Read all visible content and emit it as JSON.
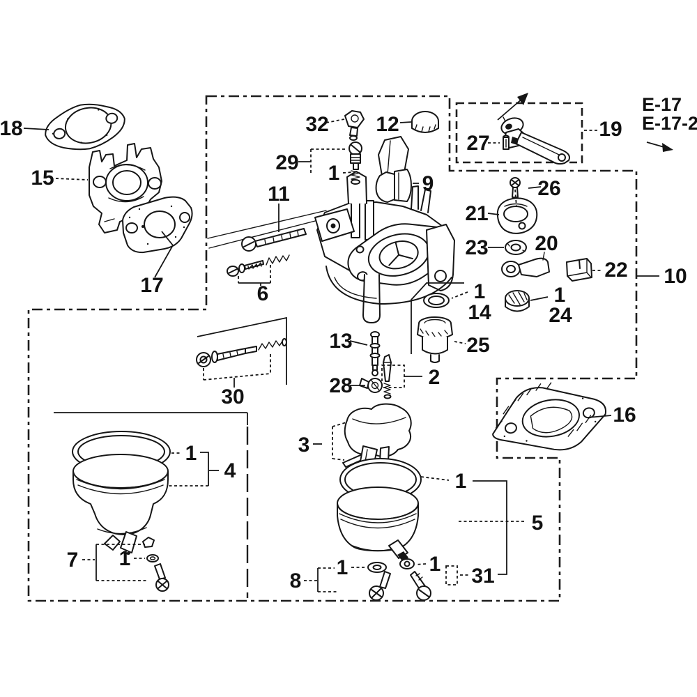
{
  "diagram": {
    "kind": "exploded-parts-diagram",
    "subject": "carburetor assembly",
    "refs": {
      "e17": "E-17",
      "e17_2": "E-17-2"
    },
    "callouts": {
      "n1": "1",
      "n2": "2",
      "n3": "3",
      "n4": "4",
      "n5": "5",
      "n6": "6",
      "n7": "7",
      "n8": "8",
      "n9": "9",
      "n10": "10",
      "n11": "11",
      "n12": "12",
      "n13": "13",
      "n14": "14",
      "n15": "15",
      "n16": "16",
      "n17": "17",
      "n18": "18",
      "n19": "19",
      "n20": "20",
      "n21": "21",
      "n22": "22",
      "n23": "23",
      "n24": "24",
      "n25": "25",
      "n26": "26",
      "n27": "27",
      "n28": "28",
      "n29": "29",
      "n30": "30",
      "n31": "31",
      "n32": "32"
    }
  }
}
